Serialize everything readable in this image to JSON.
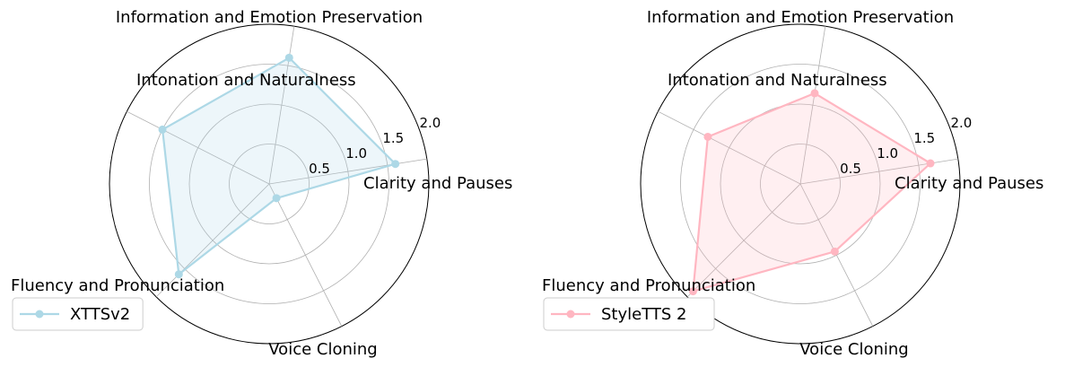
{
  "chart_data": [
    {
      "type": "radar",
      "axes": [
        "Clarity and Pauses",
        "Information and Emotion Preservation",
        "Intonation and Naturalness",
        "Fluency and Pronunciation",
        "Voice Cloning"
      ],
      "rmax": 2.0,
      "ticks": [
        0.5,
        1.0,
        1.5,
        2.0
      ],
      "tick_labels": [
        "0.5",
        "1.0",
        "1.5",
        "2.0"
      ],
      "grid": true,
      "legend_position": "lower-left",
      "series": [
        {
          "name": "XTTSv2",
          "values": [
            1.6,
            1.6,
            1.5,
            1.6,
            0.2
          ],
          "color": "#add8e6"
        }
      ]
    },
    {
      "type": "radar",
      "axes": [
        "Clarity and Pauses",
        "Information and Emotion Preservation",
        "Intonation and Naturalness",
        "Fluency and Pronunciation",
        "Voice Cloning"
      ],
      "rmax": 2.0,
      "ticks": [
        0.5,
        1.0,
        1.5,
        2.0
      ],
      "tick_labels": [
        "0.5",
        "1.0",
        "1.5",
        "2.0"
      ],
      "grid": true,
      "legend_position": "lower-left",
      "series": [
        {
          "name": "StyleTTS 2",
          "values": [
            1.65,
            1.15,
            1.3,
            1.9,
            0.95
          ],
          "color": "#ffb6c1"
        }
      ]
    }
  ]
}
